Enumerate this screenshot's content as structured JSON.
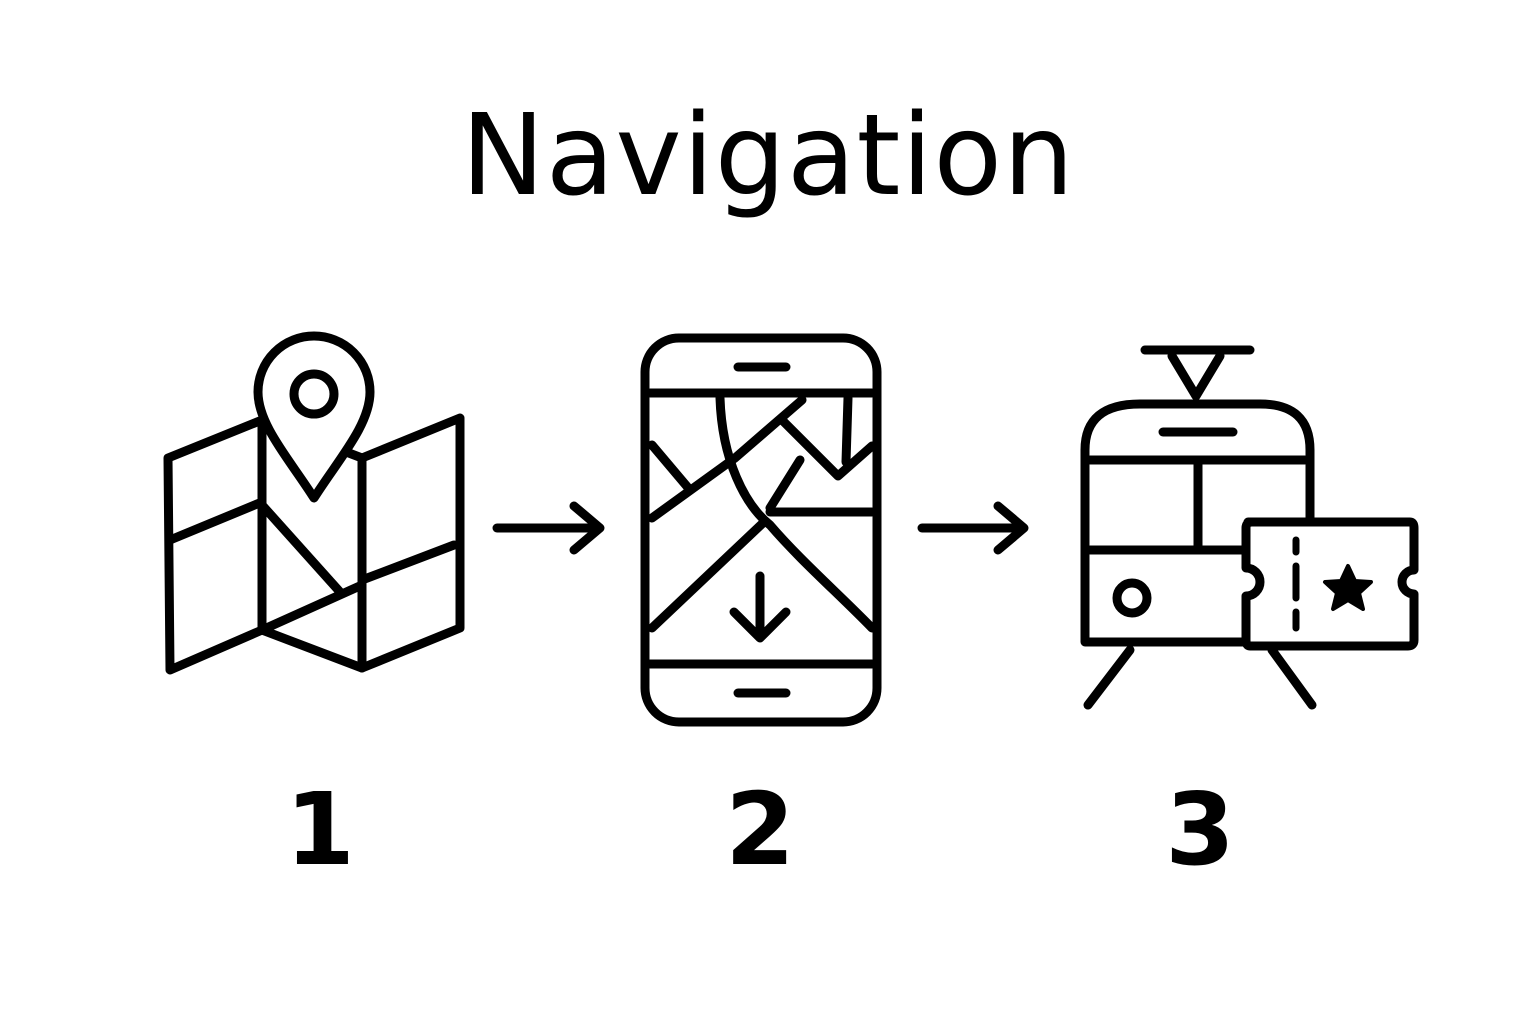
{
  "title": "Navigation",
  "steps": [
    {
      "number": "1",
      "icon": "folded-map-with-pin-icon"
    },
    {
      "number": "2",
      "icon": "smartphone-map-download-icon"
    },
    {
      "number": "3",
      "icon": "tram-with-ticket-icon"
    }
  ],
  "connector_icon": "arrow-right-icon",
  "colors": {
    "stroke": "#000000",
    "background": "#ffffff"
  }
}
